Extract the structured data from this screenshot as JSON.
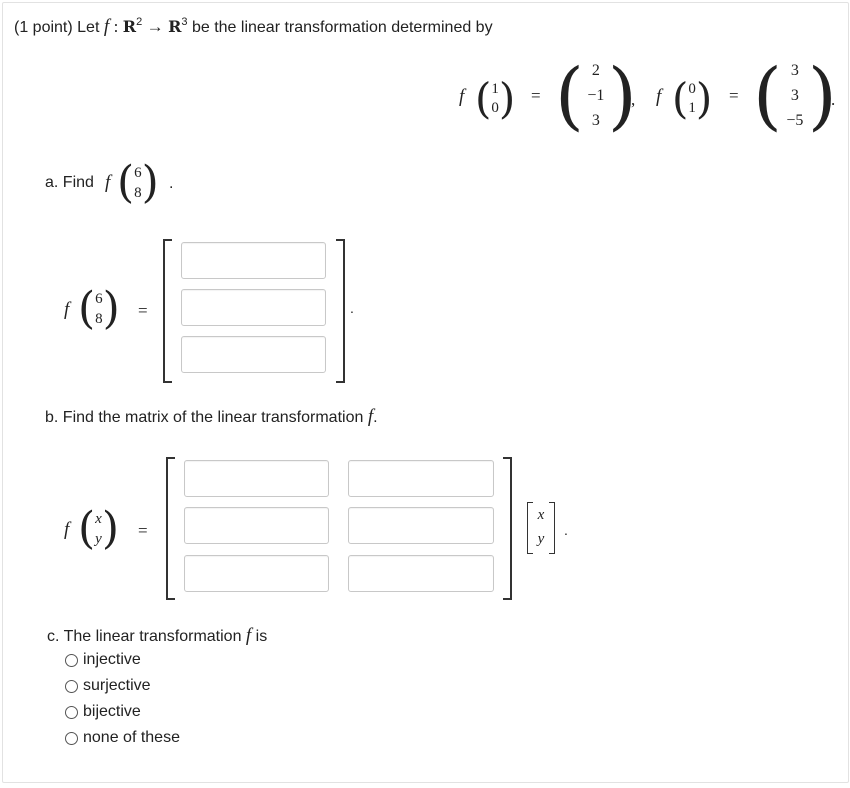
{
  "problem": {
    "intro_points": "(1 point) Let",
    "intro_f": "f",
    "intro_colon": ":",
    "intro_domain": "R",
    "intro_domain_exp": "2",
    "intro_arrow": "→",
    "intro_codomain": "R",
    "intro_codomain_exp": "3",
    "intro_tail": "be the linear transformation determined by",
    "given": {
      "f1_arg": [
        "1",
        "0"
      ],
      "f1_val": [
        "2",
        "−1",
        "3"
      ],
      "f2_arg": [
        "0",
        "1"
      ],
      "f2_val": [
        "3",
        "3",
        "−5"
      ],
      "f_label": "f",
      "equals": "=",
      "comma": ",",
      "period": "."
    }
  },
  "part_a": {
    "prompt": "a. Find",
    "f_label": "f",
    "arg": [
      "6",
      "8"
    ],
    "period": ".",
    "equals": "=",
    "inputs": [
      {
        "value": "",
        "placeholder": ""
      },
      {
        "value": "",
        "placeholder": ""
      },
      {
        "value": "",
        "placeholder": ""
      }
    ]
  },
  "part_b": {
    "prompt": "b. Find the matrix of the linear transformation",
    "f_label": "f",
    "period": ".",
    "arg": [
      "x",
      "y"
    ],
    "equals": "=",
    "matrix_inputs": [
      [
        "",
        ""
      ],
      [
        "",
        ""
      ],
      [
        "",
        ""
      ]
    ]
  },
  "part_c": {
    "prompt": "c. The linear transformation",
    "f_label": "f",
    "prompt_tail": "is",
    "options": [
      "injective",
      "surjective",
      "bijective",
      "none of these"
    ],
    "selected": null
  }
}
